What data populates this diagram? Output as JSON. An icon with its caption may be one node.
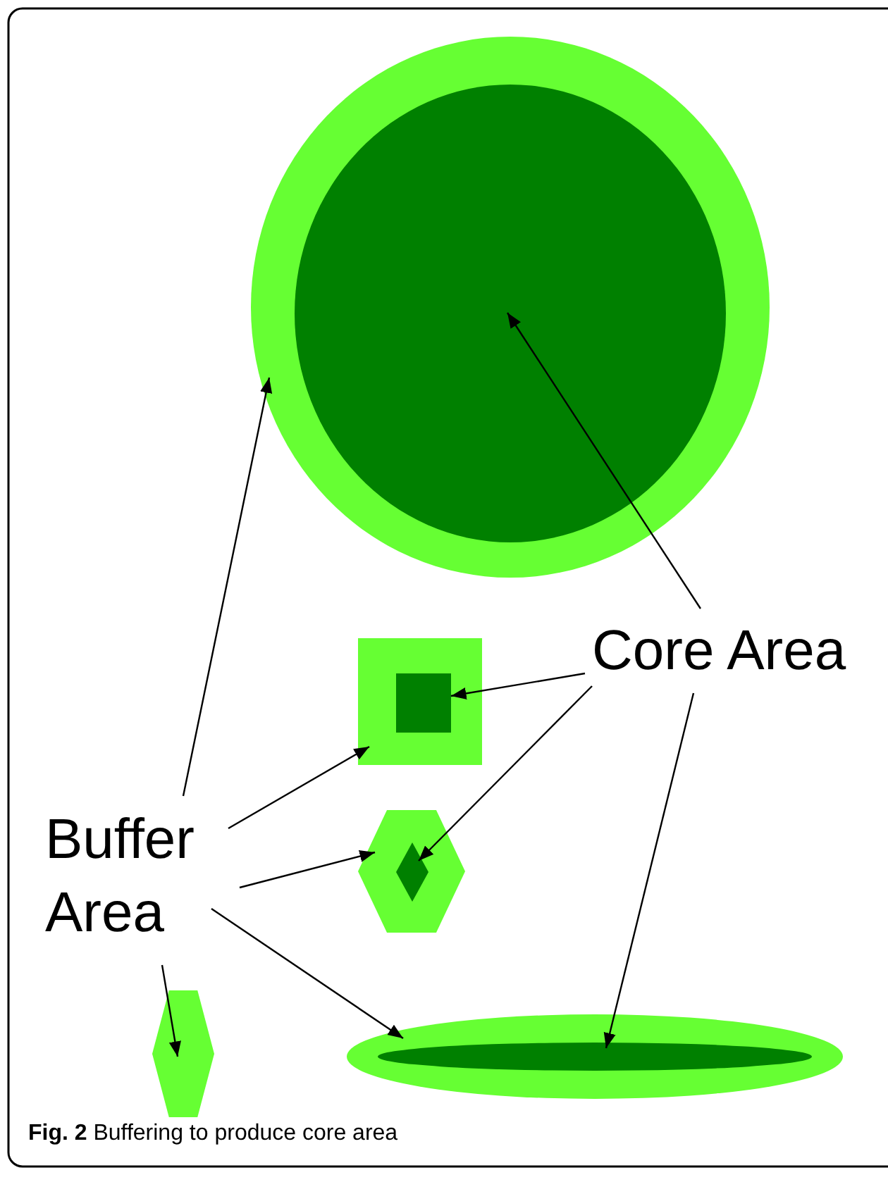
{
  "diagram": {
    "caption": "**Fig. 2** Buffering to produce core area",
    "nodes": [
      {
        "text": [],
        "shape": "circle"
      },
      {
        "text": [],
        "shape": "circle",
        "in": 0
      },
      {
        "text": [
          "Core Area"
        ]
      },
      {
        "text": [],
        "shape": "box"
      },
      {
        "text": [],
        "shape": "box",
        "in": 3
      },
      {
        "text": [
          "Buffer Area"
        ]
      },
      {
        "text": [],
        "shape": "hexagon"
      },
      {
        "text": [],
        "shape": "diamond",
        "in": 6
      },
      {
        "text": [],
        "shape": "hexagon"
      },
      {
        "text": [],
        "shape": "ellipse"
      },
      {
        "text": [],
        "shape": "ellipse",
        "in": 9
      }
    ],
    "edges": [
      {
        "from": 2,
        "to": 1,
        "arrow": "to"
      },
      {
        "from": 2,
        "to": 4,
        "arrow": "to"
      },
      {
        "from": 2,
        "to": 7,
        "arrow": "to"
      },
      {
        "from": 2,
        "to": 10,
        "arrow": "to"
      },
      {
        "from": 5,
        "to": 0,
        "arrow": "to"
      },
      {
        "from": 5,
        "to": 3,
        "arrow": "to"
      },
      {
        "from": 5,
        "to": 6,
        "arrow": "to"
      },
      {
        "from": 5,
        "to": 9,
        "arrow": "to"
      },
      {
        "from": 5,
        "to": 8,
        "arrow": "to"
      }
    ]
  }
}
